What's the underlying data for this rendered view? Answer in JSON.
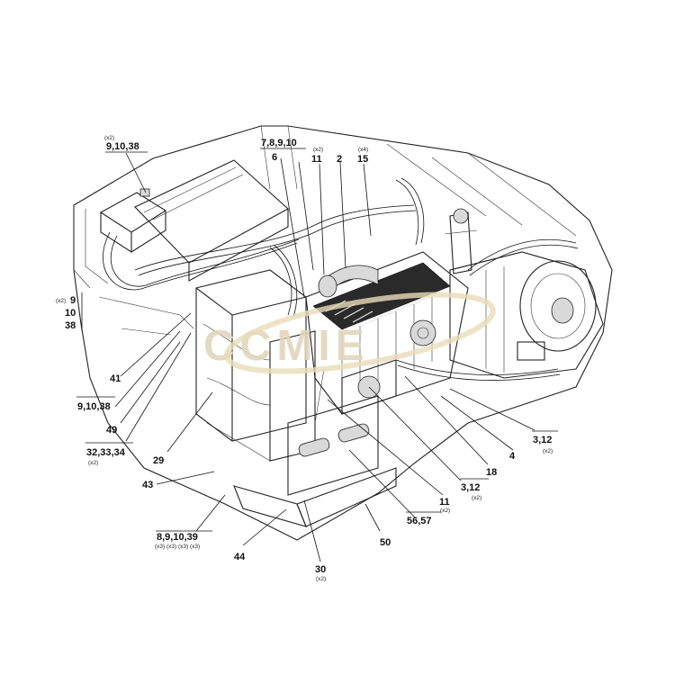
{
  "watermark": {
    "text": "CCMIE",
    "color": "#e2d7bd"
  },
  "callouts": [
    {
      "id": "c1",
      "text": "9,10,38",
      "qty": "(x2)",
      "underline": true
    },
    {
      "id": "c2",
      "text": "7,8,9,10",
      "qty": "",
      "underline": true
    },
    {
      "id": "c3",
      "text": "6",
      "qty": ""
    },
    {
      "id": "c4",
      "text": "11",
      "qty": "(x2)"
    },
    {
      "id": "c5",
      "text": "2",
      "qty": ""
    },
    {
      "id": "c6",
      "text": "15",
      "qty": "(x4)"
    },
    {
      "id": "c7",
      "text": "9",
      "qty": "(x2)"
    },
    {
      "id": "c8",
      "text": "10",
      "qty": ""
    },
    {
      "id": "c9",
      "text": "38",
      "qty": ""
    },
    {
      "id": "c10",
      "text": "41",
      "qty": ""
    },
    {
      "id": "c11",
      "text": "9,10,38",
      "qty": "",
      "underline": true
    },
    {
      "id": "c12",
      "text": "49",
      "qty": ""
    },
    {
      "id": "c13",
      "text": "32,33,34",
      "qty": "(x2)",
      "underline": true
    },
    {
      "id": "c14",
      "text": "29",
      "qty": ""
    },
    {
      "id": "c15",
      "text": "43",
      "qty": ""
    },
    {
      "id": "c16",
      "text": "8,9,10,39",
      "qty": "(x3) (x3) (x3) (x3)",
      "underline": true
    },
    {
      "id": "c17",
      "text": "44",
      "qty": ""
    },
    {
      "id": "c18",
      "text": "30",
      "qty": "(x2)"
    },
    {
      "id": "c19",
      "text": "50",
      "qty": ""
    },
    {
      "id": "c20",
      "text": "56,57",
      "qty": "",
      "underline": true
    },
    {
      "id": "c21",
      "text": "11",
      "qty": "(x2)"
    },
    {
      "id": "c22",
      "text": "3,12",
      "qty": "(x2)",
      "underline": true
    },
    {
      "id": "c23",
      "text": "18",
      "qty": ""
    },
    {
      "id": "c24",
      "text": "4",
      "qty": ""
    },
    {
      "id": "c25",
      "text": "3,12",
      "qty": "(x2)",
      "underline": true
    }
  ]
}
